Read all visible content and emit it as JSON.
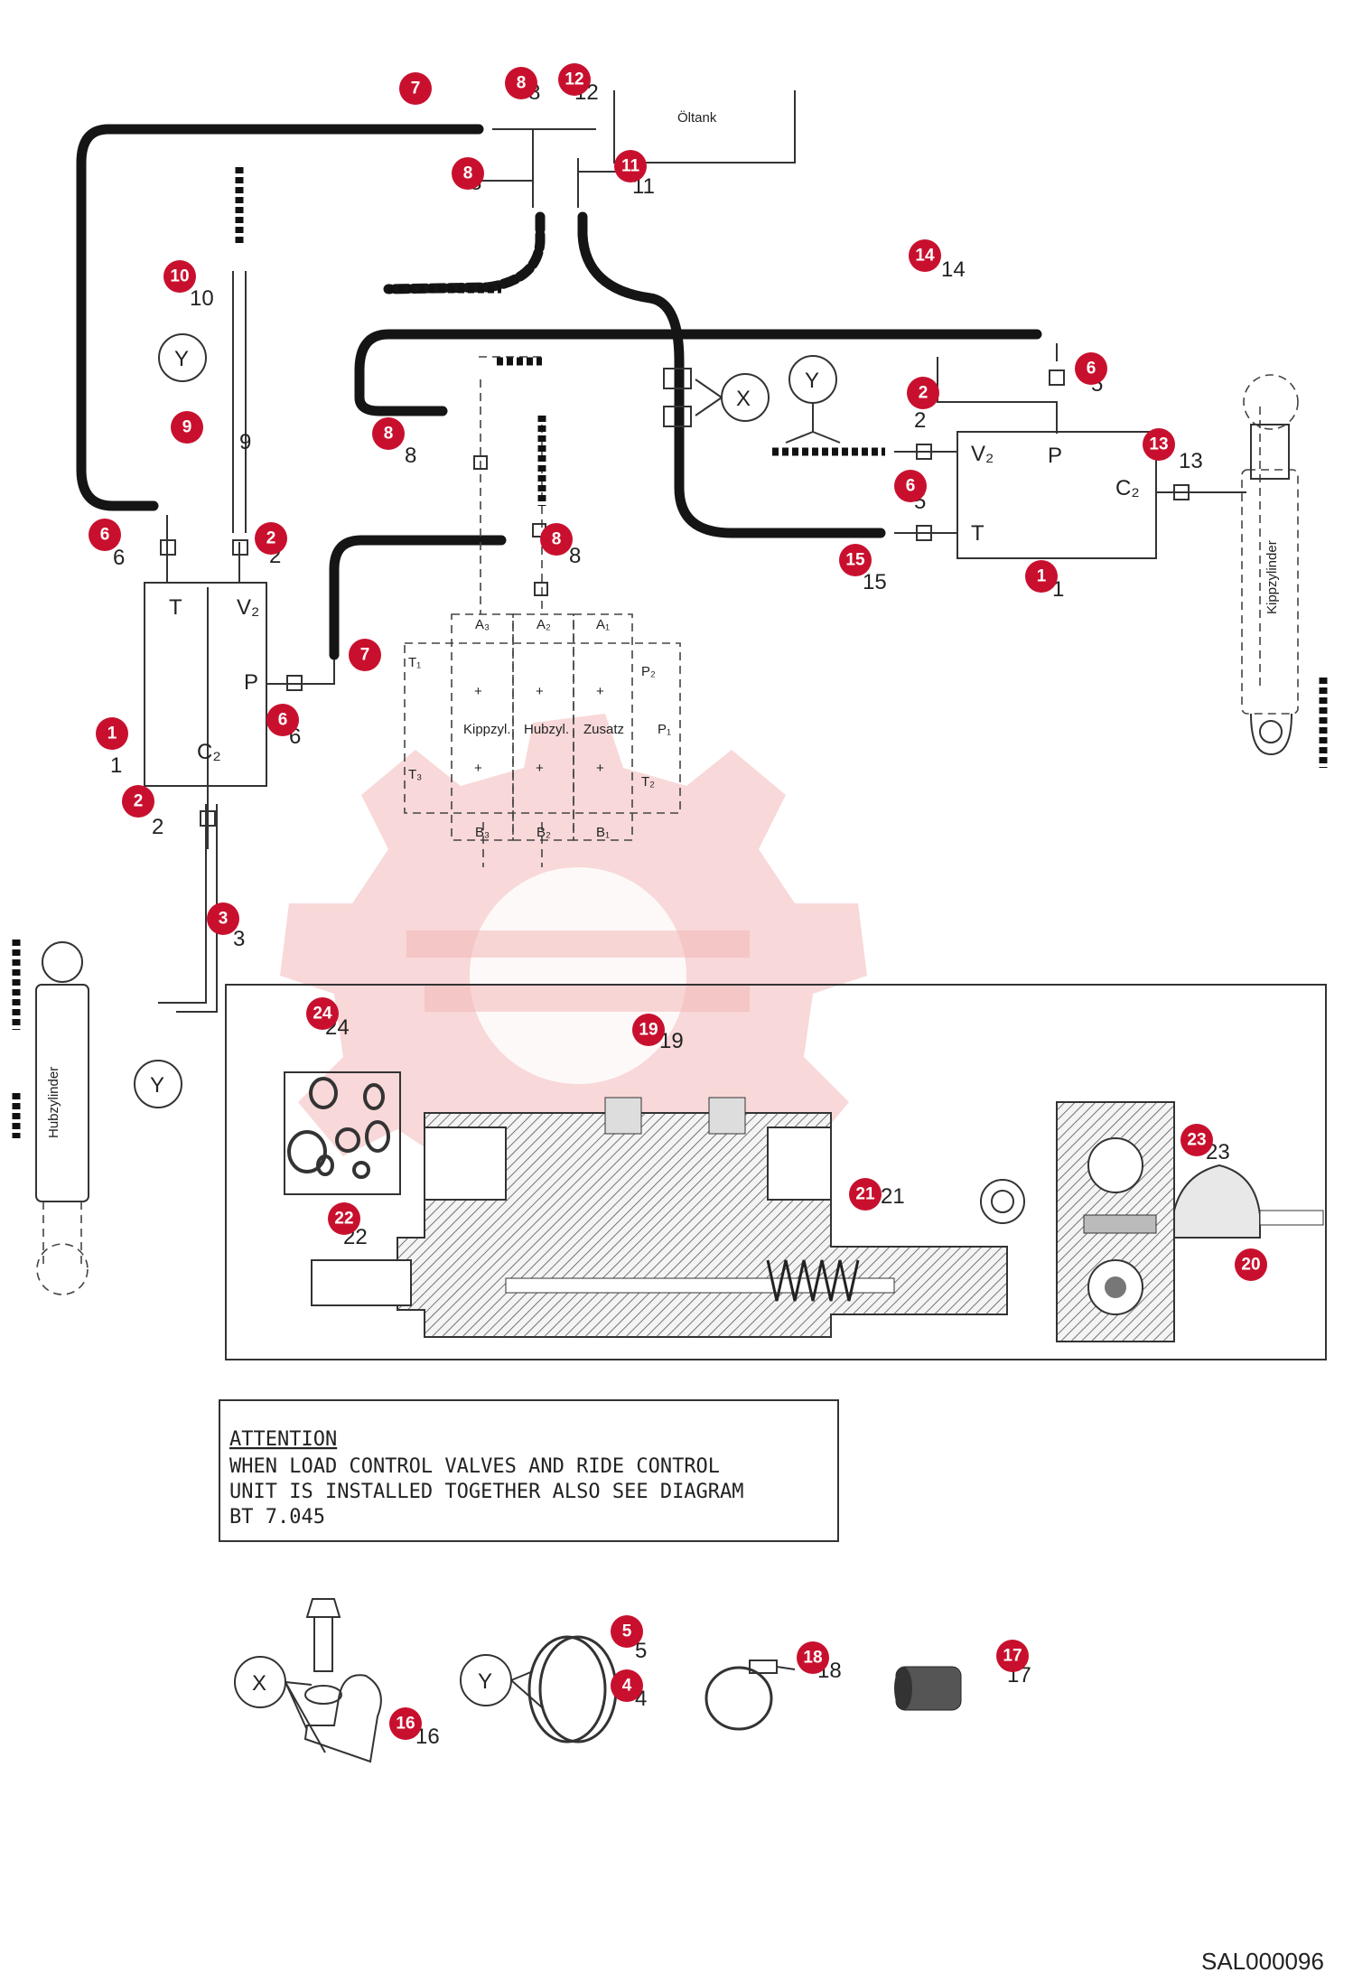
{
  "doc_code": "SAL000096",
  "tank_label": "Öltank",
  "valve_upper": {
    "t1": "T",
    "v2": "V₂",
    "p": "P",
    "c2": "C₂",
    "x": "1"
  },
  "valve_right": {
    "v2": "V₂",
    "p": "P",
    "t": "T",
    "c2": "C₂",
    "x": "1"
  },
  "control_block": {
    "ports_top": [
      "A₃",
      "A₂",
      "A₁"
    ],
    "ports_bottom": [
      "B₃",
      "B₂",
      "B₁"
    ],
    "ports_right": [
      "P₂",
      "P₁",
      "T₂"
    ],
    "ports_left": [
      "T₁",
      "T₃"
    ],
    "sections": [
      "Kippzyl.",
      "Hubzyl.",
      "Zusatz"
    ]
  },
  "cylinder_left": "Hubzylinder",
  "cylinder_right": "Kippzylinder",
  "symbol_x": "X",
  "symbol_y": "Y",
  "attention": {
    "title": "ATTENTION",
    "lines": [
      "WHEN LOAD CONTROL VALVES AND RIDE CONTROL",
      "UNIT IS INSTALLED TOGETHER ALSO SEE DIAGRAM",
      "BT 7.045"
    ]
  },
  "callouts": [
    "1",
    "2",
    "3",
    "4",
    "5",
    "6",
    "7",
    "8",
    "9",
    "10",
    "11",
    "12",
    "13",
    "14",
    "15",
    "16",
    "17",
    "18",
    "19",
    "20",
    "21",
    "22",
    "23",
    "24"
  ],
  "plain_numbers": {
    "n1": "1",
    "n2": "2",
    "n3": "3",
    "n5": "5",
    "n6": "6",
    "n8": "8",
    "n9": "9",
    "n10": "10",
    "n11": "11",
    "n12": "12",
    "n13": "13",
    "n14": "14",
    "n15": "15",
    "n16": "16",
    "n17": "17",
    "n18": "18",
    "n19": "19",
    "n21": "21",
    "n22": "22",
    "n23": "23",
    "n24": "24",
    "n4": "4"
  }
}
